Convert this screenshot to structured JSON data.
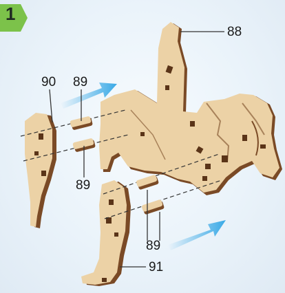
{
  "step": {
    "number": "1",
    "badge_color": "#7cc24a"
  },
  "colors": {
    "wood_face": "#ecd2a6",
    "wood_edge": "#7a4a26",
    "wood_dark": "#5a3418",
    "arrow": "#39a9e6",
    "leader": "#333333",
    "background": "#e8f1f8"
  },
  "callouts": {
    "rider_head": "88",
    "left_leg": "90",
    "peg_top_left": "89",
    "peg_bottom_left": "89",
    "peg_right": "89",
    "right_leg": "91"
  },
  "icons": [
    "arrow-right-icon",
    "arrow-right-icon"
  ]
}
